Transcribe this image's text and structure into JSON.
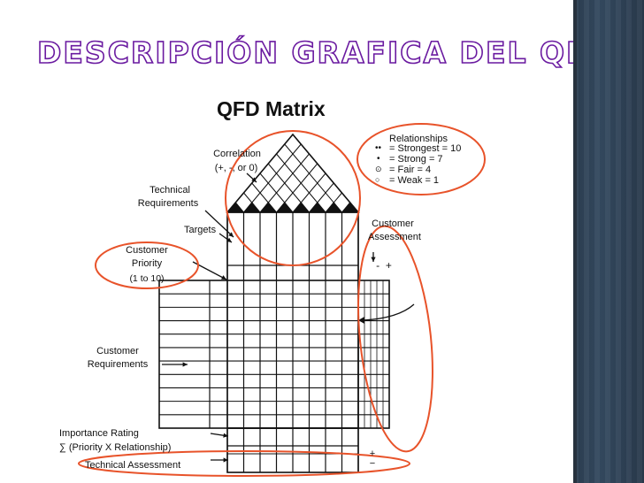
{
  "slide": {
    "title": "DESCRIPCIÓN GRAFICA DEL QFD:"
  },
  "diagram": {
    "heading": "QFD Matrix",
    "correlation_line1": "Correlation",
    "correlation_line2": "(+, -, or 0)",
    "technical_req_line1": "Technical",
    "technical_req_line2": "Requirements",
    "targets": "Targets",
    "customer_priority_line1": "Customer",
    "customer_priority_line2": "Priority",
    "customer_priority_line3": "(1 to 10)",
    "customer_requirements_line1": "Customer",
    "customer_requirements_line2": "Requirements",
    "importance_rating_line1": "Importance Rating",
    "importance_rating_line2": "∑ (Priority X Relationship)",
    "technical_assessment": "Technical Assessment",
    "customer_assessment_line1": "Customer",
    "customer_assessment_line2": "Assessment",
    "customer_assessment_scale": "-  +",
    "tech_assessment_plus": "+",
    "tech_assessment_minus": "−",
    "relationships": {
      "title": "Relationships",
      "items": [
        {
          "symbol": "••",
          "label": "= Strongest = 10"
        },
        {
          "symbol": "•",
          "label": "= Strong = 7"
        },
        {
          "symbol": "⊙",
          "label": "= Fair = 4"
        },
        {
          "symbol": "○",
          "label": "= Weak = 1"
        }
      ]
    },
    "colors": {
      "highlight": "#e8532a",
      "line": "#111111",
      "title_outline": "#6a1aa0"
    }
  }
}
